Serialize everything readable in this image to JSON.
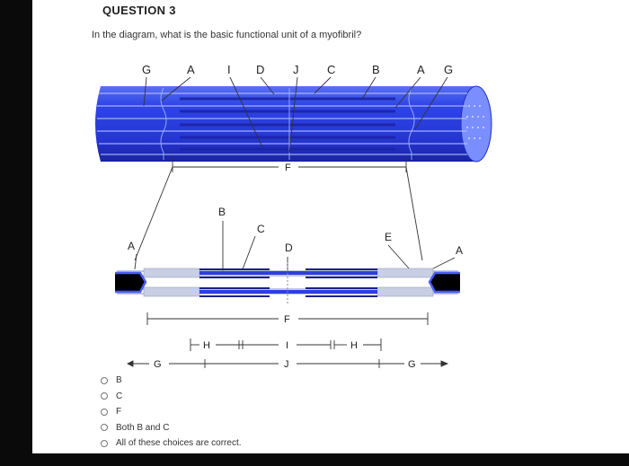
{
  "question": {
    "title": "QUESTION 3",
    "text": "In the diagram, what is the basic functional unit of a myofibril?"
  },
  "diagram": {
    "top_labels": [
      "G",
      "A",
      "I",
      "D",
      "J",
      "C",
      "B",
      "A",
      "G"
    ],
    "mid_labels": {
      "F": "F",
      "B": "B",
      "C": "C",
      "D": "D",
      "E": "E",
      "A_left": "A",
      "A_right": "A"
    },
    "bottom_labels": {
      "F": "F",
      "H_left": "H",
      "I": "I",
      "H_right": "H",
      "G_left": "G",
      "J": "J",
      "G_right": "G"
    },
    "colors": {
      "myofibril_blue": "#2f45e6",
      "dark_blue": "#1a1fa8",
      "light_blue": "#6f86ff"
    }
  },
  "choices": [
    {
      "label": "B"
    },
    {
      "label": "C"
    },
    {
      "label": "F"
    },
    {
      "label": "Both B and C"
    },
    {
      "label": "All of these choices are correct."
    }
  ]
}
